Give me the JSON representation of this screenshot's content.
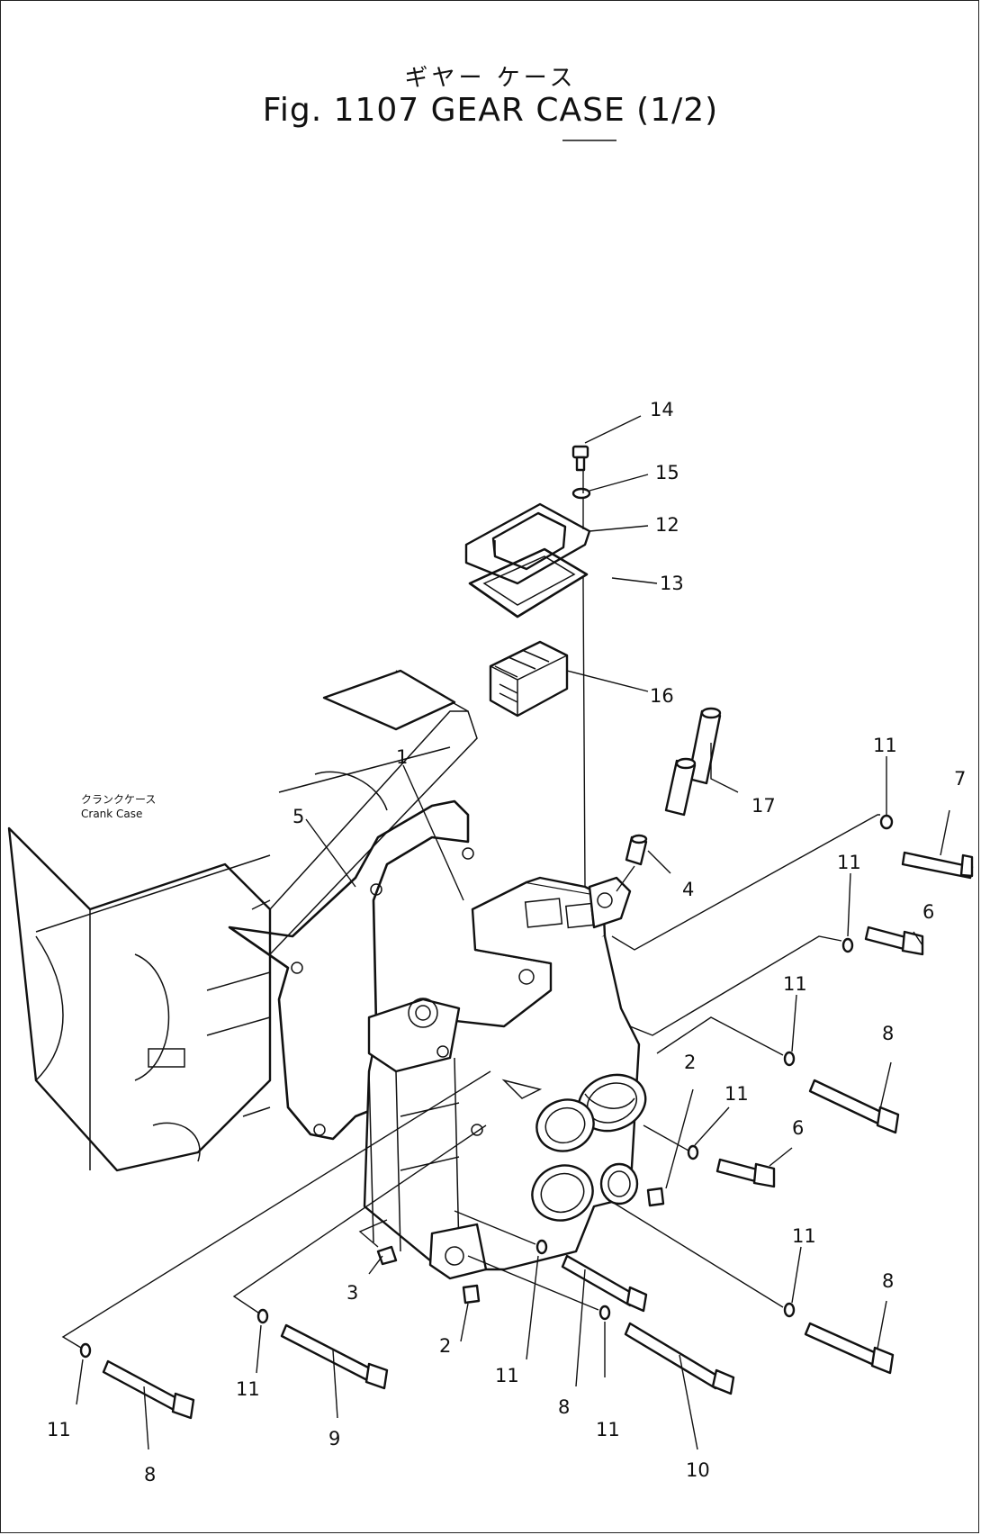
{
  "title": {
    "japanese": "ギヤー ケース",
    "main": "Fig. 1107 GEAR CASE (1/2)"
  },
  "crank_case_label": {
    "japanese": "クランクケース",
    "english": "Crank Case"
  },
  "callouts": [
    {
      "id": "c14",
      "label": "14"
    },
    {
      "id": "c15",
      "label": "15"
    },
    {
      "id": "c12",
      "label": "12"
    },
    {
      "id": "c13",
      "label": "13"
    },
    {
      "id": "c16",
      "label": "16"
    },
    {
      "id": "c17",
      "label": "17"
    },
    {
      "id": "c1",
      "label": "1"
    },
    {
      "id": "c5",
      "label": "5"
    },
    {
      "id": "c4",
      "label": "4"
    },
    {
      "id": "c11a",
      "label": "11"
    },
    {
      "id": "c7",
      "label": "7"
    },
    {
      "id": "c11b",
      "label": "11"
    },
    {
      "id": "c6a",
      "label": "6"
    },
    {
      "id": "c11c",
      "label": "11"
    },
    {
      "id": "c8a",
      "label": "8"
    },
    {
      "id": "c2a",
      "label": "2"
    },
    {
      "id": "c11d",
      "label": "11"
    },
    {
      "id": "c6b",
      "label": "6"
    },
    {
      "id": "c11e",
      "label": "11"
    },
    {
      "id": "c8b",
      "label": "8"
    },
    {
      "id": "c3",
      "label": "3"
    },
    {
      "id": "c2b",
      "label": "2"
    },
    {
      "id": "c11f",
      "label": "11"
    },
    {
      "id": "c8c",
      "label": "8"
    },
    {
      "id": "c11g",
      "label": "11"
    },
    {
      "id": "c10",
      "label": "10"
    },
    {
      "id": "c11h",
      "label": "11"
    },
    {
      "id": "c9",
      "label": "9"
    },
    {
      "id": "c11i",
      "label": "11"
    },
    {
      "id": "c8d",
      "label": "8"
    }
  ]
}
